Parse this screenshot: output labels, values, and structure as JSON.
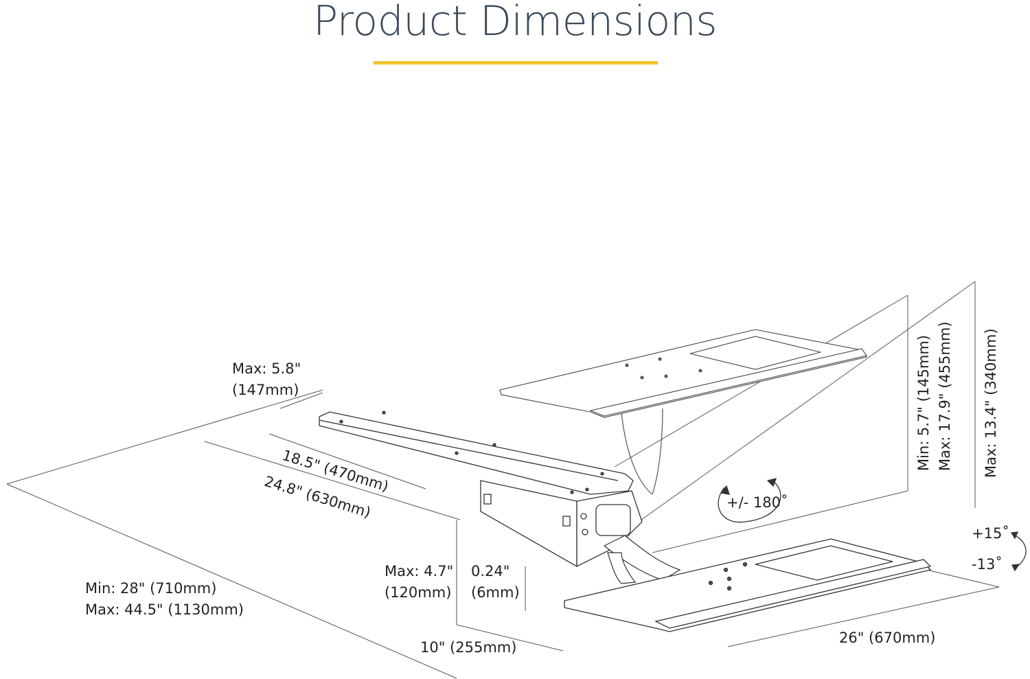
{
  "title": "Product Dimensions",
  "accent_color": "#f2c230",
  "title_color": "#3b4a5a",
  "dimensions": {
    "clamp_height": {
      "line1": "Max: 5.8\"",
      "line2": "(147mm)"
    },
    "rail_short": "18.5\" (470mm)",
    "rail_long": "24.8\" (630mm)",
    "depth": {
      "line1": "Min: 28\" (710mm)",
      "line2": "Max: 44.5\" (1130mm)"
    },
    "drop": {
      "line1": "Max: 4.7\"",
      "line2": "(120mm)"
    },
    "thickness": {
      "line1": "0.24\"",
      "line2": "(6mm)"
    },
    "platform_depth": "10\" (255mm)",
    "platform_width": "26\" (670mm)",
    "swivel": "+/- 180˚",
    "tilt_up": "+15˚",
    "tilt_down": "-13˚",
    "height_adjust": {
      "line1": "Min: 5.7\" (145mm)",
      "line2": "Max: 17.9\" (455mm)"
    },
    "total_height": "Max: 13.4\" (340mm)"
  }
}
